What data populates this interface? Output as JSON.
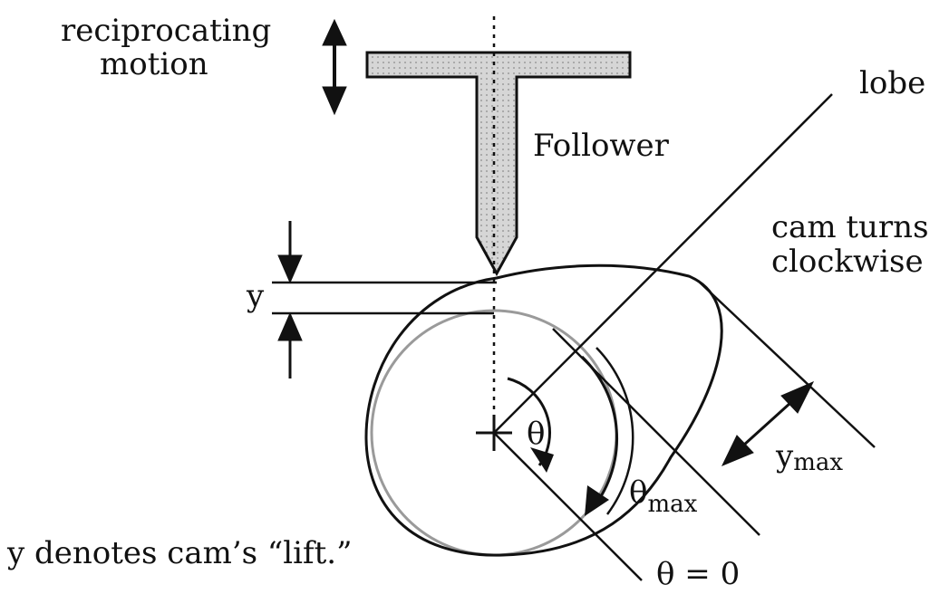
{
  "labels": {
    "motion_line1": "reciprocating",
    "motion_line2": "motion",
    "follower": "Follower",
    "lobe": "lobe",
    "cam_line1": "cam turns",
    "cam_line2": "clockwise",
    "lift_symbol": "y",
    "theta": "θ",
    "theta_max_base": "θ",
    "theta_max_sub": "max",
    "ymax_base": "y",
    "ymax_sub": "max",
    "theta_zero": "θ = 0",
    "caption": "y denotes cam’s “lift.”"
  },
  "colors": {
    "follower_fill": "#cfcfcf",
    "ink": "#111111",
    "base_circle": "#9a9a9a"
  }
}
